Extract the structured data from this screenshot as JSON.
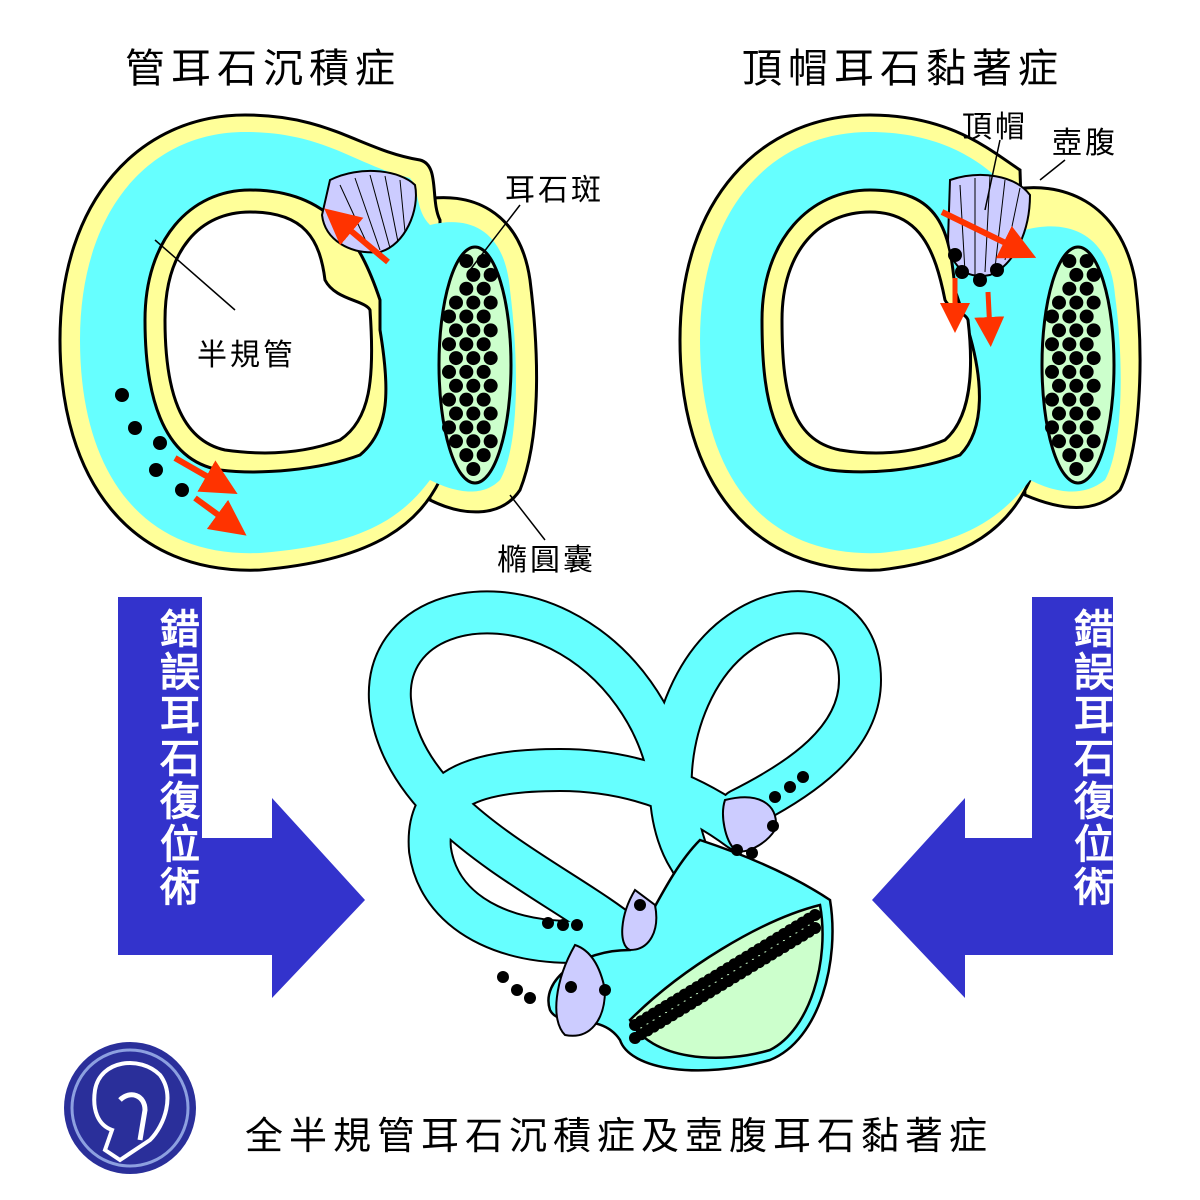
{
  "titles": {
    "left": "管耳石沉積症",
    "right": "頂帽耳石黏著症",
    "bottom": "全半規管耳石沉積症及壺腹耳石黏著症"
  },
  "labels": {
    "otolith_macula": "耳石斑",
    "semicircular_canal": "半規管",
    "utricle": "橢圓囊",
    "cupula": "頂帽",
    "ampulla": "壺腹"
  },
  "arrows": {
    "left": "錯誤耳石復位術",
    "right": "錯誤耳石復位術"
  },
  "colors": {
    "endolymph": "#66ffff",
    "wall": "#ffff99",
    "macula": "#ccffcc",
    "cupula": "#ccccff",
    "arrow_blue": "#3333cc",
    "motion_arrow": "#ff3300"
  }
}
